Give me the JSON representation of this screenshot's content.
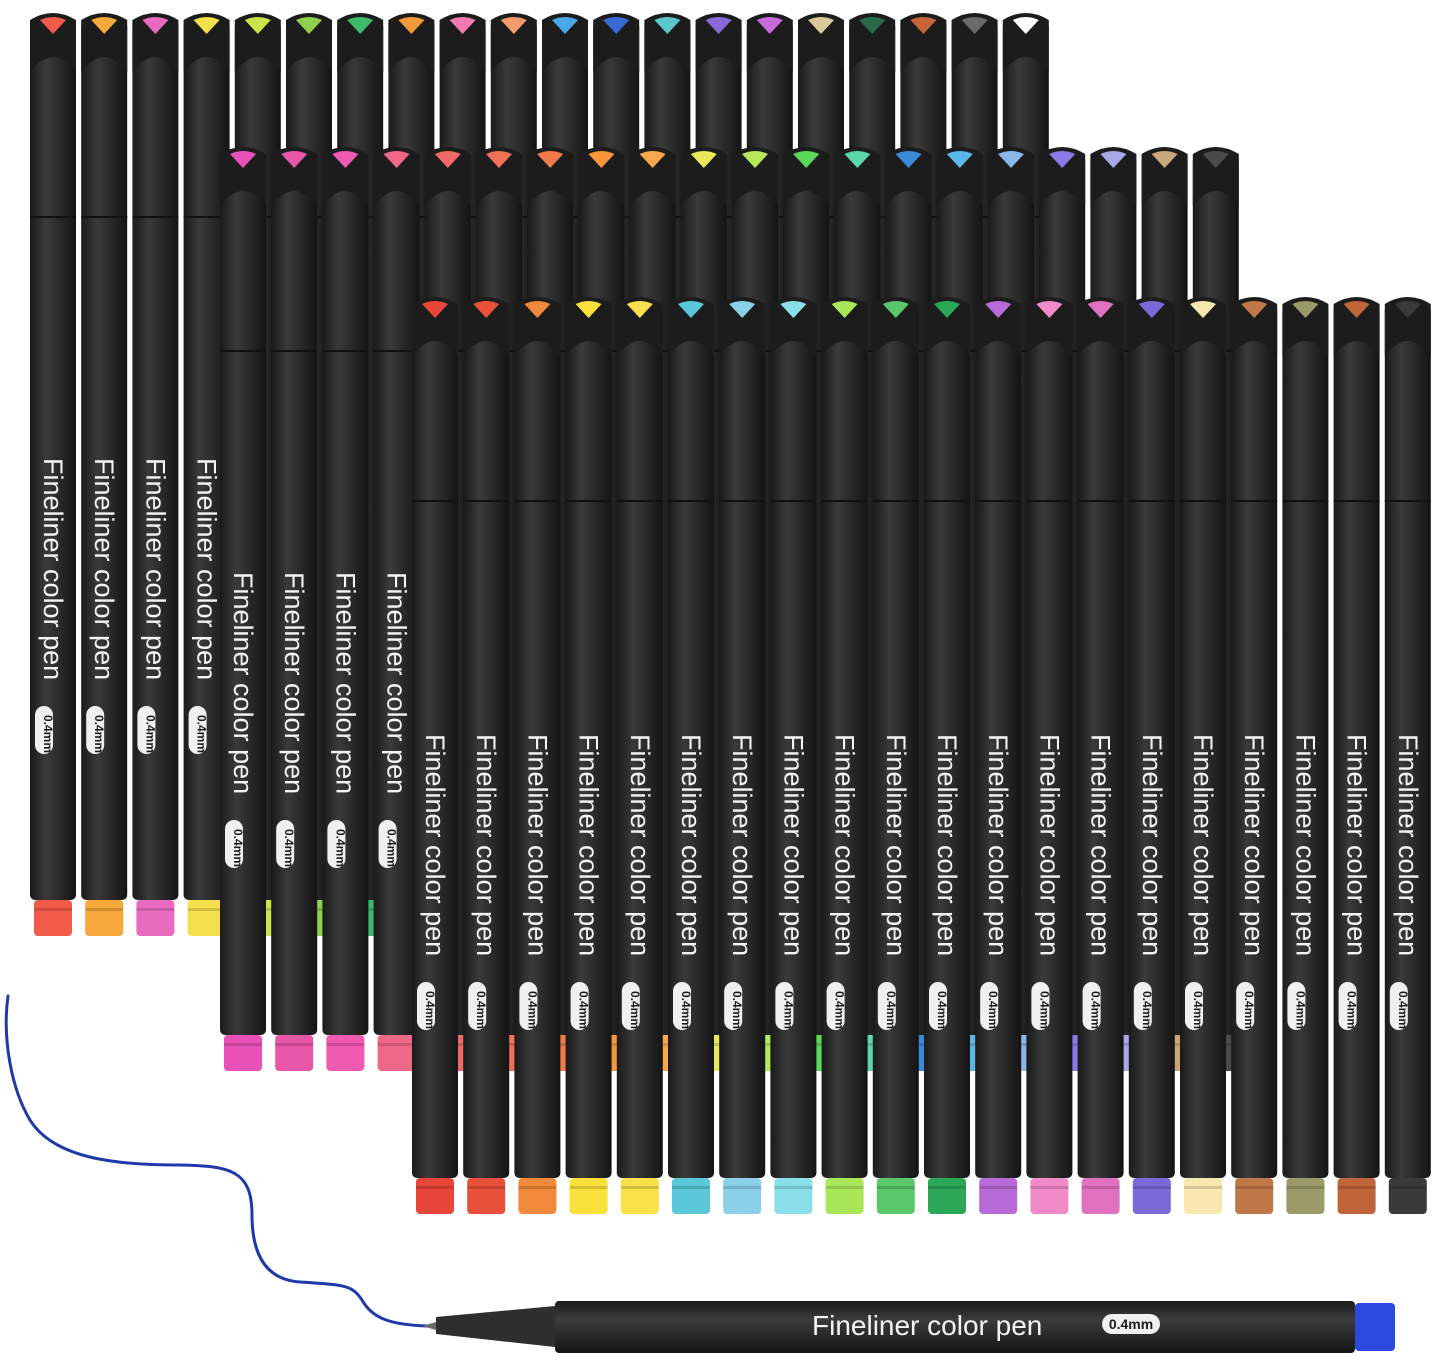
{
  "product": {
    "label_text": "Fineliner color pen",
    "tip_size": "0.4mm"
  },
  "colors": {
    "barrel": "#2a2a2a",
    "barrel_dark": "#1d1d1d",
    "label": "#f4f4f4",
    "ink_stroke": "#1f3aa8"
  },
  "rows": [
    {
      "name": "back-row",
      "labeled_count": 4,
      "caps": [
        "#f25a4a",
        "#f7a83a",
        "#e86bc0",
        "#f3e04a",
        "#c9e34a",
        "#8fd14a",
        "#3fb86a",
        "#f29a3a",
        "#f07ab0",
        "#f59a6a",
        "#4aa8e8",
        "#3a6ad8",
        "#5ac8c8",
        "#8a6ad8",
        "#c86ad8",
        "#d8c89a",
        "#2a6a4a",
        "#c8643a",
        "#6a6a6a",
        "#ffffff"
      ]
    },
    {
      "name": "middle-row",
      "labeled_count": 4,
      "caps": [
        "#e852b8",
        "#e856a8",
        "#f05ab0",
        "#f06888",
        "#f06868",
        "#f07058",
        "#f07a4a",
        "#f8963a",
        "#f8a84a",
        "#e8e85a",
        "#b8e85a",
        "#5ad85a",
        "#5ad8a8",
        "#3a8ad8",
        "#5ab8e8",
        "#88b8e8",
        "#8a7ae8",
        "#a8a8e8",
        "#c8a878",
        "#4a4a4a"
      ]
    },
    {
      "name": "front-row",
      "labeled_count": 20,
      "caps": [
        "#e8463a",
        "#e8503a",
        "#f08a3a",
        "#fae03a",
        "#fae04a",
        "#5ac8d8",
        "#8ad0e8",
        "#8ae0e8",
        "#a8e858",
        "#58c868",
        "#2aa858",
        "#b86ad8",
        "#f08ac8",
        "#e070c0",
        "#7a6ad8",
        "#f8e8b0",
        "#c07848",
        "#9a9a6a",
        "#c0643a",
        "#3a3a3a"
      ]
    }
  ],
  "lying_pen": {
    "cap_color": "#2a4ae0"
  }
}
